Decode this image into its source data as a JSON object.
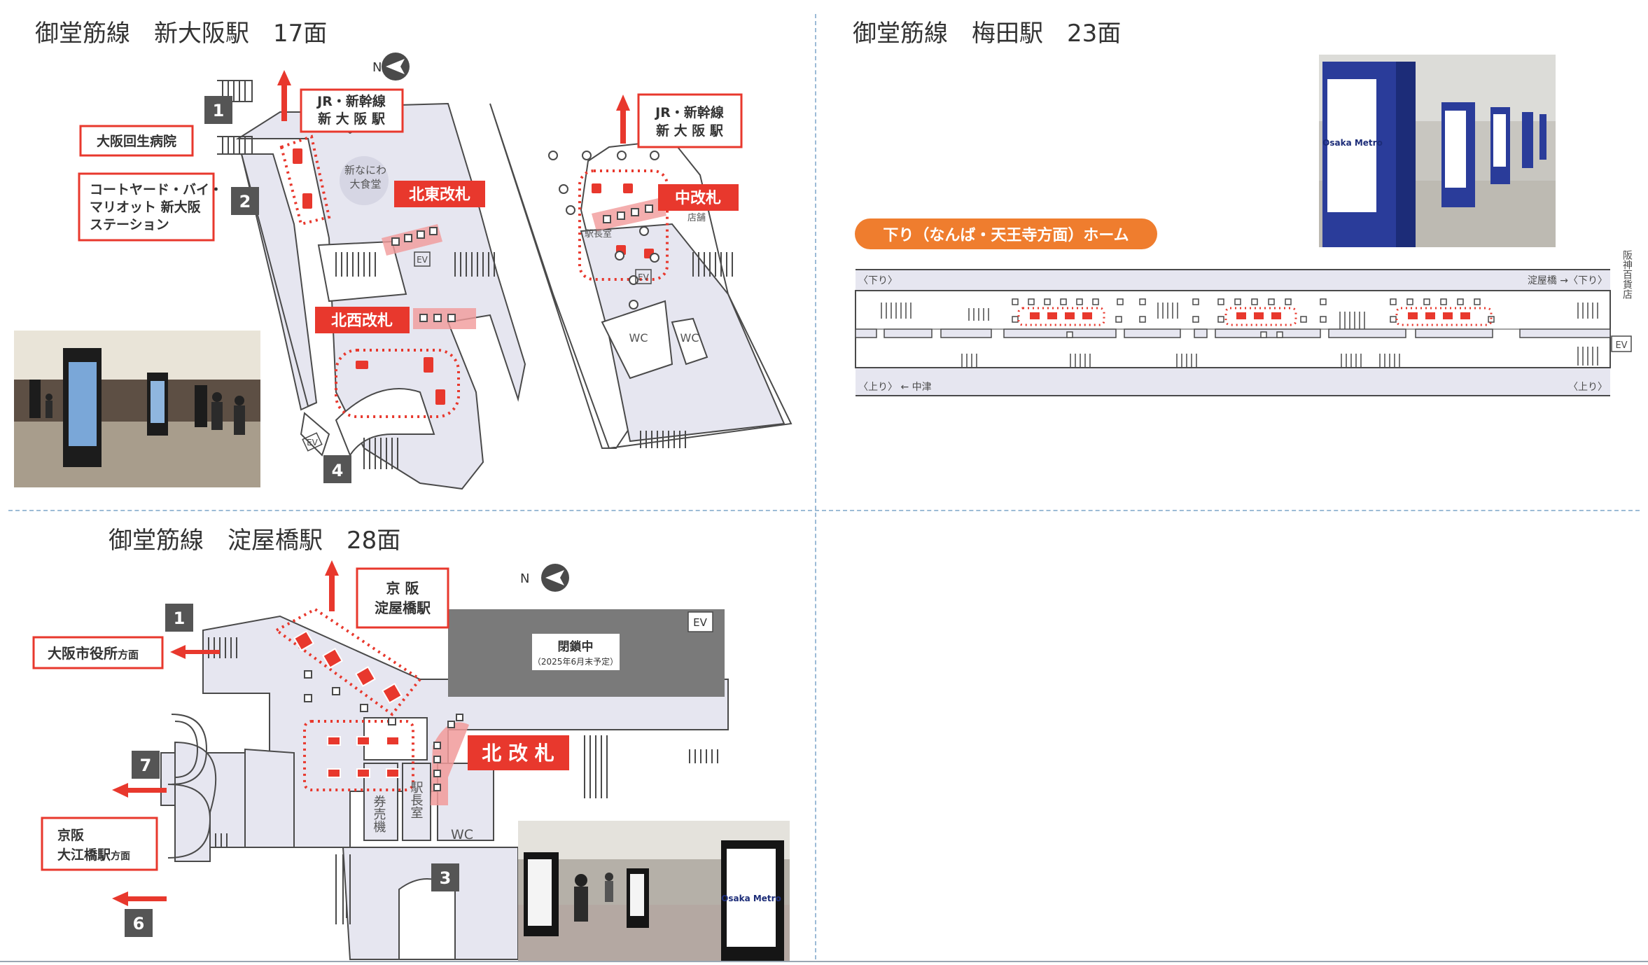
{
  "colors": {
    "accent_red": "#e8382d",
    "floor": "#e6e6f0",
    "outline": "#4a4a4a",
    "orange": "#ef7d2e",
    "blue_divider": "#9cbbd6",
    "closed_gray": "#7a7a7a"
  },
  "shin_osaka": {
    "title": "御堂筋線　新大阪駅　17面",
    "north": "N",
    "exits": [
      "1",
      "2",
      "4"
    ],
    "labels": {
      "jr_left_1": "JR・新幹線",
      "jr_left_2": "新 大 阪 駅",
      "jr_right_1": "JR・新幹線",
      "jr_right_2": "新 大 阪 駅",
      "hospital": "大阪回生病院",
      "courtyard_1": "コートヤード・バイ・",
      "courtyard_2": "マリオット 新大阪",
      "courtyard_3": "ステーション",
      "shokudo_1": "新なにわ",
      "shokudo_2": "大食堂",
      "gate_ne": "北東改札",
      "gate_nw": "北西改札",
      "gate_center": "中改札",
      "shop": "店舗",
      "stationmaster": "駅長室",
      "wc": "WC",
      "ev": "EV"
    }
  },
  "umeda": {
    "title": "御堂筋線　梅田駅　23面",
    "platform_banner": "下り（なんば・天王寺方面）ホーム",
    "down_label": "〈下り〉",
    "down_dir": "淀屋橋 →〈下り〉",
    "up_label": "〈上り〉 ← 中津",
    "up_right": "〈上り〉",
    "hanshin": "阪神百貨店",
    "ev": "EV",
    "photo_brand": "Osaka Metro"
  },
  "yodoyabashi": {
    "title": "御堂筋線　淀屋橋駅　28面",
    "north": "N",
    "exits": [
      "1",
      "7",
      "6",
      "3"
    ],
    "labels": {
      "keihan_1": "京 阪",
      "keihan_2": "淀屋橋駅",
      "cityhall": "大阪市役所",
      "cityhall_suffix": "方面",
      "closed": "閉鎖中",
      "closed_note": "（2025年6月末予定）",
      "ev": "EV",
      "gate_n": "北 改 札",
      "ticket": "券売機",
      "stationmaster": "駅長室",
      "wc": "WC",
      "keihan_oe_1": "京阪",
      "keihan_oe_2": "大江橋駅",
      "keihan_oe_suffix": "方面"
    },
    "photo_brand": "Osaka Metro"
  }
}
